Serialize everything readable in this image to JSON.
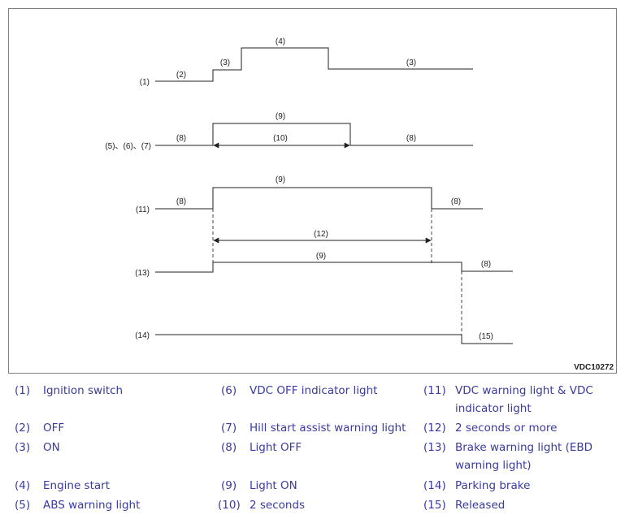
{
  "diagram": {
    "code": "VDC10272",
    "rows": {
      "r1": {
        "label": "(1)",
        "segments": [
          "(2)",
          "(3)",
          "(4)",
          "(3)"
        ]
      },
      "r2": {
        "label": "(5)、(6)、(7)",
        "segments": [
          "(8)",
          "(9)",
          "(10)",
          "(8)"
        ]
      },
      "r3": {
        "label": "(11)",
        "segments": [
          "(8)",
          "(9)",
          "(8)"
        ],
        "gap": "(12)"
      },
      "r4": {
        "label": "(13)",
        "segments": [
          "(9)",
          "(8)"
        ]
      },
      "r5": {
        "label": "(14)",
        "segments": [
          "(15)"
        ]
      }
    }
  },
  "legend": [
    {
      "num": "(1)",
      "text": "Ignition switch"
    },
    {
      "num": "(2)",
      "text": "OFF"
    },
    {
      "num": "(3)",
      "text": "ON"
    },
    {
      "num": "(4)",
      "text": "Engine start"
    },
    {
      "num": "(5)",
      "text": "ABS warning light"
    },
    {
      "num": "(6)",
      "text": "VDC OFF indicator light"
    },
    {
      "num": "(7)",
      "text": "Hill start assist warning light"
    },
    {
      "num": "(8)",
      "text": "Light OFF"
    },
    {
      "num": "(9)",
      "text": "Light ON"
    },
    {
      "num": "(10)",
      "text": "2 seconds"
    },
    {
      "num": "(11)",
      "text": "VDC warning light & VDC indicator light"
    },
    {
      "num": "(12)",
      "text": "2 seconds or more"
    },
    {
      "num": "(13)",
      "text": "Brake warning light (EBD warning light)"
    },
    {
      "num": "(14)",
      "text": "Parking brake"
    },
    {
      "num": "(15)",
      "text": "Released"
    }
  ]
}
